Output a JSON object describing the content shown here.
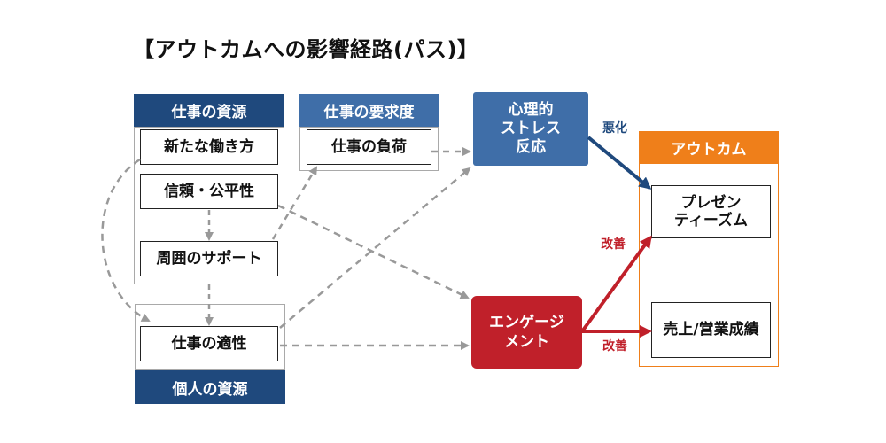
{
  "title": "【アウトカムへの影響経路(パス)】",
  "job_resources": {
    "header": "仕事の資源",
    "items": [
      "新たな働き方",
      "信頼・公平性",
      "周囲のサポート"
    ]
  },
  "job_demands": {
    "header": "仕事の要求度",
    "item": "仕事の負荷"
  },
  "personal_resources": {
    "header": "個人の資源",
    "item": "仕事の適性"
  },
  "stress": {
    "line1": "心理的",
    "line2": "ストレス",
    "line3": "反応"
  },
  "engagement": {
    "line1": "エンゲージ",
    "line2": "メント"
  },
  "outcome": {
    "header": "アウトカム",
    "item1_line1": "プレゼン",
    "item1_line2": "ティーズム",
    "item2": "売上/営業成績"
  },
  "labels": {
    "worsen": "悪化",
    "improve_top": "改善",
    "improve_bottom": "改善"
  },
  "colors": {
    "navy": "#1f497d",
    "blue": "#3f6ea8",
    "red": "#c0202a",
    "orange": "#ef7f1a",
    "dashed": "#999999"
  }
}
